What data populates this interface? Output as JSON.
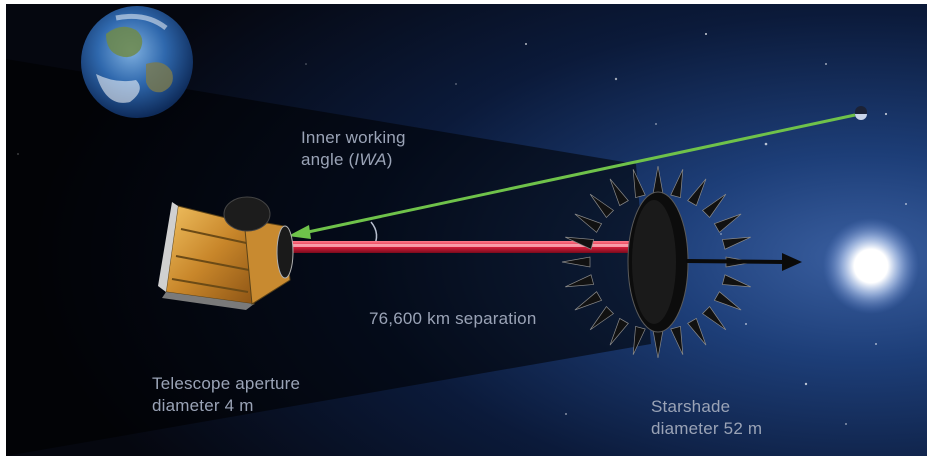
{
  "labels": {
    "iwa_line1": "Inner working",
    "iwa_line2_prefix": "angle (",
    "iwa_line2_italic": "IWA",
    "iwa_line2_suffix": ")",
    "separation": "76,600 km separation",
    "telescope_line1": "Telescope aperture",
    "telescope_line2": "diameter 4 m",
    "starshade_line1": "Starshade",
    "starshade_line2": "diameter 52 m"
  },
  "colors": {
    "space_dark": "#05070f",
    "space_blue": "#1d3e78",
    "planet_ray": "#6fc24a",
    "star_beam": "#d81e3c",
    "arrow": "#0a0a0a",
    "label_text": "#9aa3b6",
    "star_glow": "#ffffff"
  },
  "icons": {
    "earth": "earth-globe-icon",
    "planet": "exoplanet-dot-icon",
    "star": "host-star-icon",
    "telescope": "space-telescope-icon",
    "starshade": "starshade-petals-icon"
  }
}
